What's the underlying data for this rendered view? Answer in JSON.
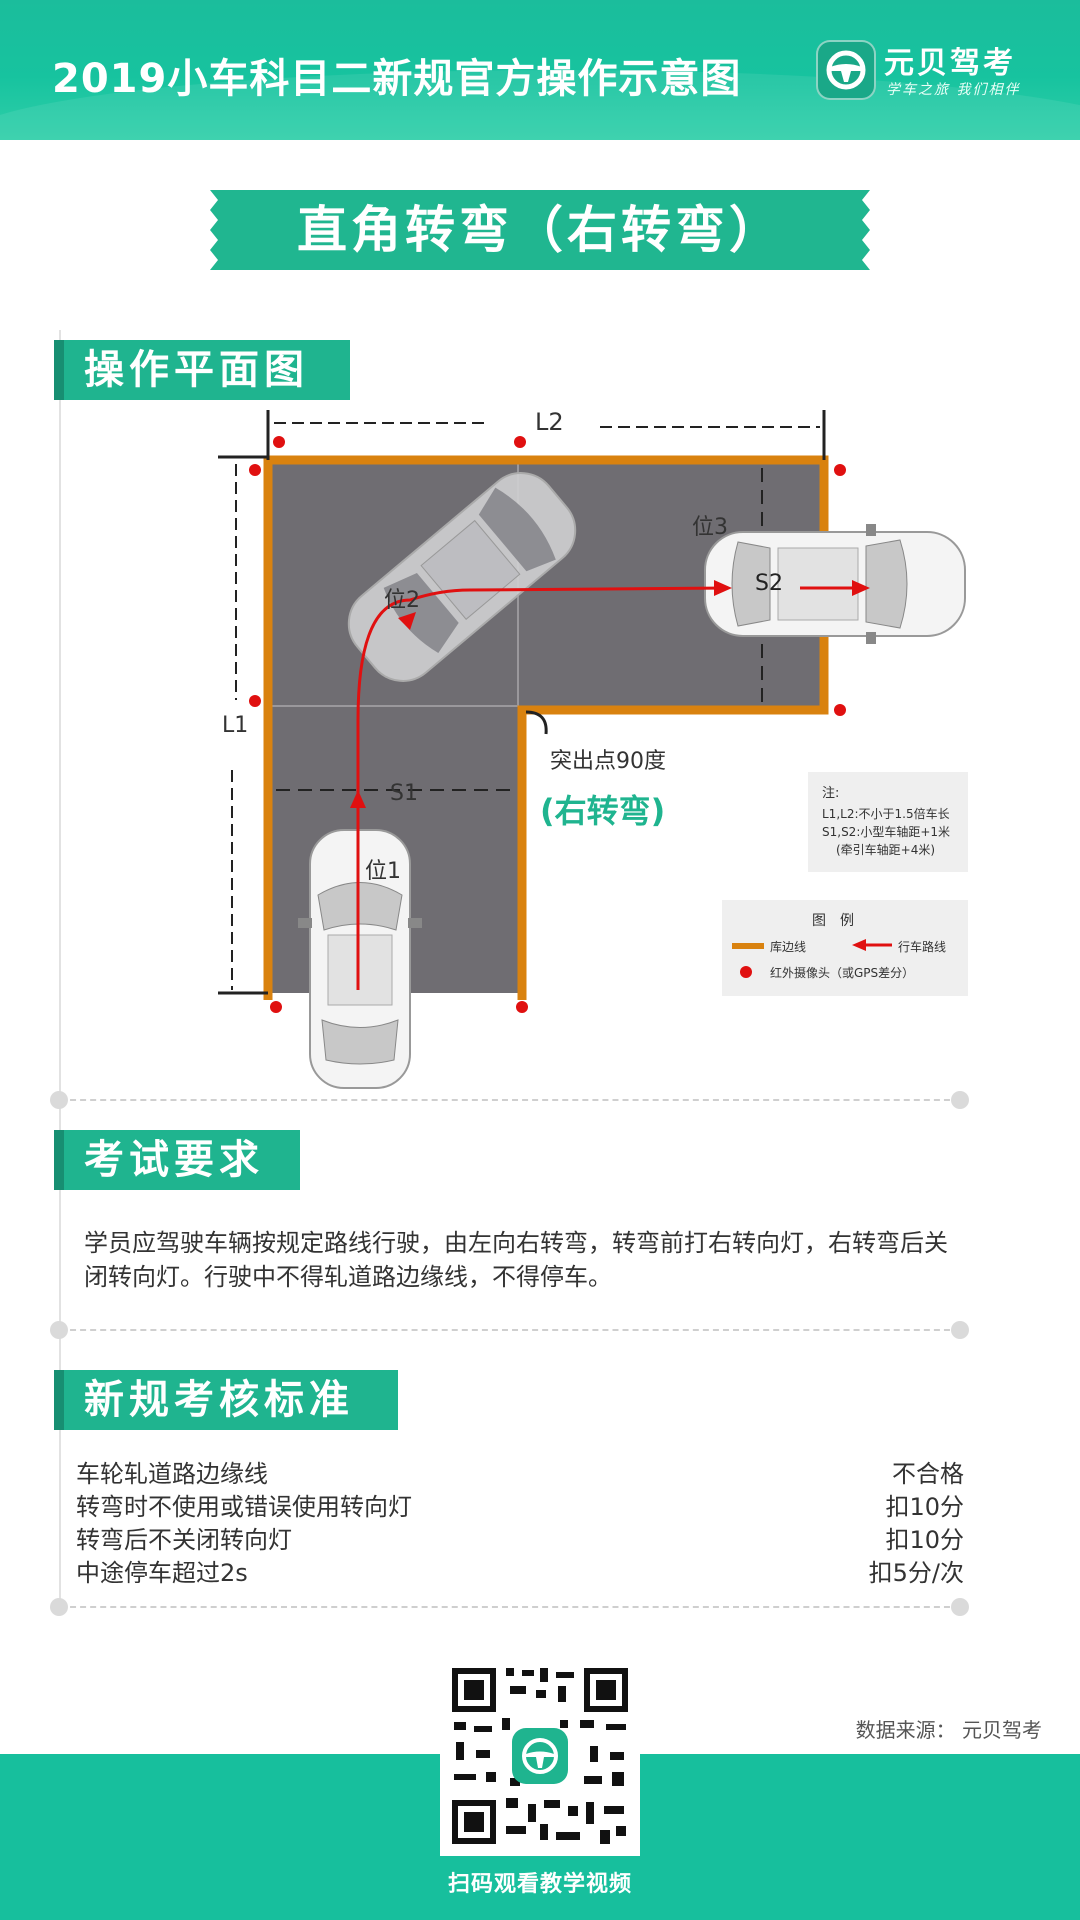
{
  "header": {
    "title": "2019小车科目二新规官方操作示意图",
    "brand_name": "元贝驾考",
    "brand_slogan": "学车之旅 我们相伴"
  },
  "ribbon": {
    "title": "直角转弯（右转弯）"
  },
  "diagram_section": {
    "heading": "操作平面图",
    "labels": {
      "L1": "L1",
      "L2": "L2",
      "S1": "S1",
      "S2": "S2",
      "pos1": "位1",
      "pos2": "位2",
      "pos3": "位3",
      "corner": "突出点90度",
      "turn": "(右转弯)"
    },
    "note": {
      "title": "注:",
      "line1": "L1,L2:不小于1.5倍车长",
      "line2": "S1,S2:小型车轴距+1米",
      "line3": "(牵引车轴距+4米)"
    },
    "legend": {
      "title": "图　例",
      "boundary": "库边线",
      "route": "行车路线",
      "camera": "红外摄像头（或GPS差分）"
    }
  },
  "requirements": {
    "heading": "考试要求",
    "text": "学员应驾驶车辆按规定路线行驶，由左向右转弯，转弯前打右转向灯，右转弯后关闭转向灯。行驶中不得轧道路边缘线，不得停车。"
  },
  "standards": {
    "heading": "新规考核标准",
    "rows": [
      {
        "item": "车轮轧道路边缘线",
        "penalty": "不合格"
      },
      {
        "item": "转弯时不使用或错误使用转向灯",
        "penalty": "扣10分"
      },
      {
        "item": "转弯后不关闭转向灯",
        "penalty": "扣10分"
      },
      {
        "item": "中途停车超过2s",
        "penalty": "扣5分/次"
      }
    ]
  },
  "footer": {
    "source": "数据来源：  元贝驾考",
    "qr_label": "扫码观看教学视频"
  },
  "colors": {
    "accent": "#1fb48f",
    "boundary": "#d9820f",
    "route": "#e01010",
    "road": "#6f6d72"
  }
}
